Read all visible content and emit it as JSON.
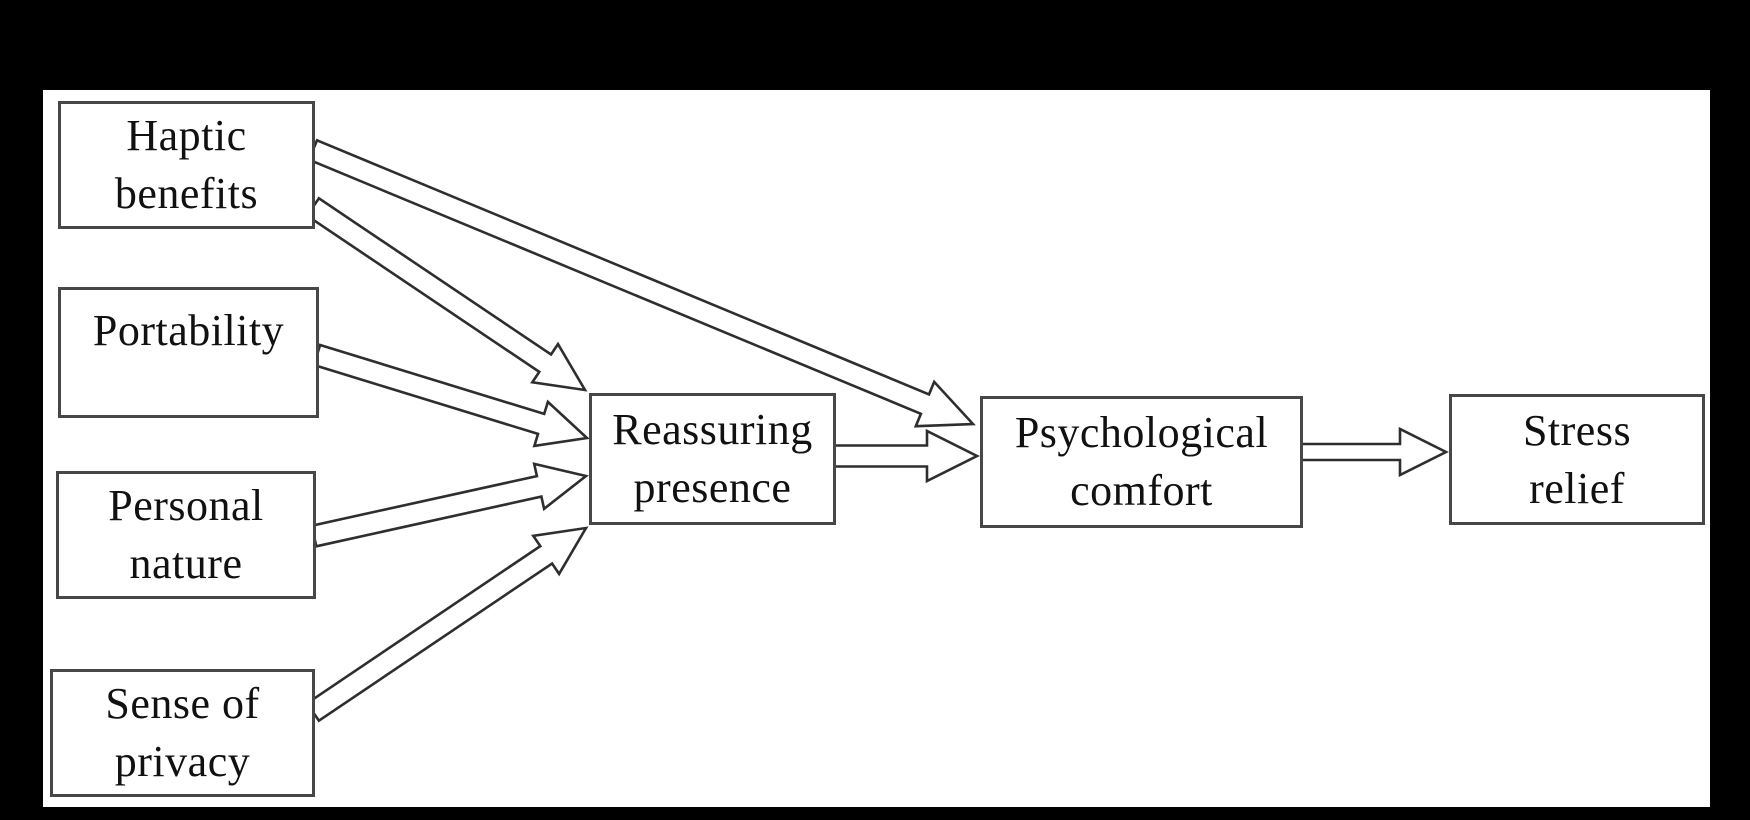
{
  "diagram": {
    "type": "flow-diagram",
    "nodes": [
      {
        "id": "haptic",
        "label": "Haptic benefits",
        "lines": [
          "Haptic",
          "benefits"
        ]
      },
      {
        "id": "portability",
        "label": "Portability",
        "lines": [
          "Portability",
          ""
        ]
      },
      {
        "id": "personal",
        "label": "Personal nature",
        "lines": [
          "Personal",
          "nature"
        ]
      },
      {
        "id": "privacy",
        "label": "Sense of privacy",
        "lines": [
          "Sense of",
          "privacy"
        ]
      },
      {
        "id": "reassuring",
        "label": "Reassuring presence",
        "lines": [
          "Reassuring",
          "presence"
        ]
      },
      {
        "id": "psychological",
        "label": "Psychological comfort",
        "lines": [
          "Psychological",
          "comfort"
        ]
      },
      {
        "id": "stress",
        "label": "Stress relief",
        "lines": [
          "Stress",
          "relief"
        ]
      }
    ],
    "edges": [
      {
        "from": "haptic",
        "to": "psychological"
      },
      {
        "from": "haptic",
        "to": "reassuring"
      },
      {
        "from": "portability",
        "to": "reassuring"
      },
      {
        "from": "personal",
        "to": "reassuring"
      },
      {
        "from": "privacy",
        "to": "reassuring"
      },
      {
        "from": "reassuring",
        "to": "psychological"
      },
      {
        "from": "psychological",
        "to": "stress"
      }
    ],
    "colors": {
      "surround": "#000000",
      "canvas": "#ffffff",
      "box_border": "#474747",
      "text": "#111111",
      "arrow_outline": "#2e2e2e",
      "arrow_fill": "#ffffff"
    }
  }
}
